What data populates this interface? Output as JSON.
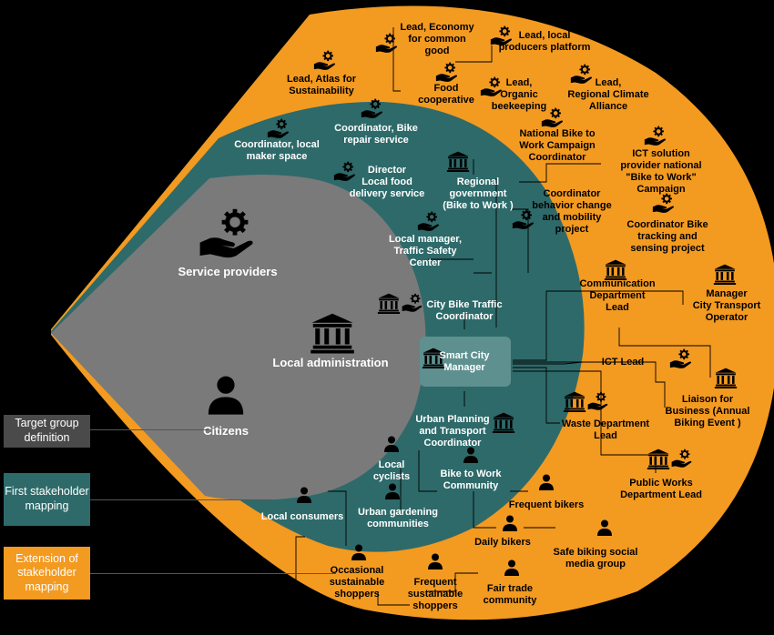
{
  "colors": {
    "background": "#000000",
    "extension": "#F39A21",
    "first_mapping": "#2E6A6A",
    "target_group": "#7A7A7A",
    "smart_city_box": "#5E9090"
  },
  "legend": [
    {
      "label": "Target group definition",
      "color": "#4A4A4A"
    },
    {
      "label": "First stakeholder mapping",
      "color": "#2E6A6A"
    },
    {
      "label": "Extension of stakeholder mapping",
      "color": "#F39A21"
    }
  ],
  "core": {
    "service_providers": "Service providers",
    "local_administration": "Local administration",
    "citizens": "Citizens"
  },
  "nodes": [
    {
      "id": "lead-economy",
      "lines": [
        "Lead, Economy",
        "for common",
        "good"
      ],
      "icon": "service-icon",
      "zone": "extension"
    },
    {
      "id": "lead-local-producers",
      "lines": [
        "Lead, local",
        "producers platform"
      ],
      "icon": "service-icon",
      "zone": "extension"
    },
    {
      "id": "lead-atlas",
      "lines": [
        "Lead, Atlas for",
        "Sustainability"
      ],
      "icon": "service-icon",
      "zone": "extension"
    },
    {
      "id": "food-cooperative",
      "lines": [
        "Food",
        "cooperative"
      ],
      "icon": "service-icon",
      "zone": "extension"
    },
    {
      "id": "lead-organic",
      "lines": [
        "Lead,",
        "Organic",
        "beekeeping"
      ],
      "icon": "service-icon",
      "zone": "extension"
    },
    {
      "id": "lead-regional-climate",
      "lines": [
        "Lead,",
        "Regional Climate",
        "Alliance"
      ],
      "icon": "service-icon",
      "zone": "extension"
    },
    {
      "id": "coord-bike-repair",
      "lines": [
        "Coordinator, Bike",
        "repair service"
      ],
      "icon": "service-icon",
      "zone": "first"
    },
    {
      "id": "coord-maker-space",
      "lines": [
        "Coordinator, local",
        "maker space"
      ],
      "icon": "service-icon",
      "zone": "first"
    },
    {
      "id": "national-bike",
      "lines": [
        "National Bike to",
        "Work Campaign",
        "Coordinator"
      ],
      "icon": "service-icon",
      "zone": "extension"
    },
    {
      "id": "ict-provider",
      "lines": [
        "ICT solution",
        "provider national",
        "\"Bike to Work\"",
        "Campaign"
      ],
      "icon": "service-icon",
      "zone": "extension"
    },
    {
      "id": "director-food",
      "lines": [
        "Director",
        "Local food",
        "delivery service"
      ],
      "icon": "service-icon",
      "zone": "first"
    },
    {
      "id": "regional-gov",
      "lines": [
        "Regional",
        "government",
        "(Bike to Work )"
      ],
      "icon": "admin-icon",
      "zone": "first"
    },
    {
      "id": "coord-behavior",
      "lines": [
        "Coordinator",
        "behavior change",
        "and mobility",
        "project"
      ],
      "icon": "service-icon",
      "zone": "extension"
    },
    {
      "id": "coord-bike-tracking",
      "lines": [
        "Coordinator Bike",
        "tracking and",
        "sensing project"
      ],
      "icon": "service-icon",
      "zone": "extension"
    },
    {
      "id": "local-manager",
      "lines": [
        "Local manager,",
        "Traffic Safety",
        "Center"
      ],
      "icon": "service-icon",
      "zone": "first"
    },
    {
      "id": "communication-dept",
      "lines": [
        "Communication",
        "Department",
        "Lead"
      ],
      "icon": "admin-icon",
      "zone": "extension"
    },
    {
      "id": "manager-transport",
      "lines": [
        "Manager",
        "City Transport",
        "Operator"
      ],
      "icon": "admin-icon",
      "zone": "extension"
    },
    {
      "id": "city-bike-traffic",
      "lines": [
        "City Bike Traffic",
        "Coordinator"
      ],
      "icon": "admin-icon",
      "zone": "first"
    },
    {
      "id": "smart-city",
      "lines": [
        "Smart City",
        "Manager"
      ],
      "icon": "admin-icon",
      "zone": "first"
    },
    {
      "id": "ict-lead",
      "lines": [
        "ICT Lead"
      ],
      "icon": "service-icon",
      "zone": "extension"
    },
    {
      "id": "liaison",
      "lines": [
        "Liaison for",
        "Business (Annual",
        "Biking Event )"
      ],
      "icon": "admin-icon",
      "zone": "extension"
    },
    {
      "id": "waste-dept",
      "lines": [
        "Waste Department",
        "Lead"
      ],
      "icon": "admin-icon",
      "zone": "extension"
    },
    {
      "id": "urban-planning",
      "lines": [
        "Urban Planning",
        "and Transport",
        "Coordinator"
      ],
      "icon": "admin-icon",
      "zone": "first"
    },
    {
      "id": "local-cyclists",
      "lines": [
        "Local",
        "cyclists"
      ],
      "icon": "citizen-icon",
      "zone": "first"
    },
    {
      "id": "bike-community",
      "lines": [
        "Bike to Work",
        "Community"
      ],
      "icon": "citizen-icon",
      "zone": "first"
    },
    {
      "id": "public-works",
      "lines": [
        "Public Works",
        "Department Lead"
      ],
      "icon": "admin-icon",
      "zone": "extension"
    },
    {
      "id": "frequent-bikers",
      "lines": [
        "Frequent bikers"
      ],
      "icon": "citizen-icon",
      "zone": "extension"
    },
    {
      "id": "local-consumers",
      "lines": [
        "Local consumers"
      ],
      "icon": "citizen-icon",
      "zone": "first"
    },
    {
      "id": "urban-gardening",
      "lines": [
        "Urban gardening",
        "communities"
      ],
      "icon": "citizen-icon",
      "zone": "first"
    },
    {
      "id": "daily-bikers",
      "lines": [
        "Daily bikers"
      ],
      "icon": "citizen-icon",
      "zone": "extension"
    },
    {
      "id": "safe-biking",
      "lines": [
        "Safe biking social",
        "media group"
      ],
      "icon": "citizen-icon",
      "zone": "extension"
    },
    {
      "id": "occasional-shoppers",
      "lines": [
        "Occasional",
        "sustainable",
        "shoppers"
      ],
      "icon": "citizen-icon",
      "zone": "extension"
    },
    {
      "id": "frequent-shoppers",
      "lines": [
        "Frequent",
        "sustainable",
        "shoppers"
      ],
      "icon": "citizen-icon",
      "zone": "extension"
    },
    {
      "id": "fair-trade",
      "lines": [
        "Fair trade",
        "community"
      ],
      "icon": "citizen-icon",
      "zone": "extension"
    }
  ]
}
